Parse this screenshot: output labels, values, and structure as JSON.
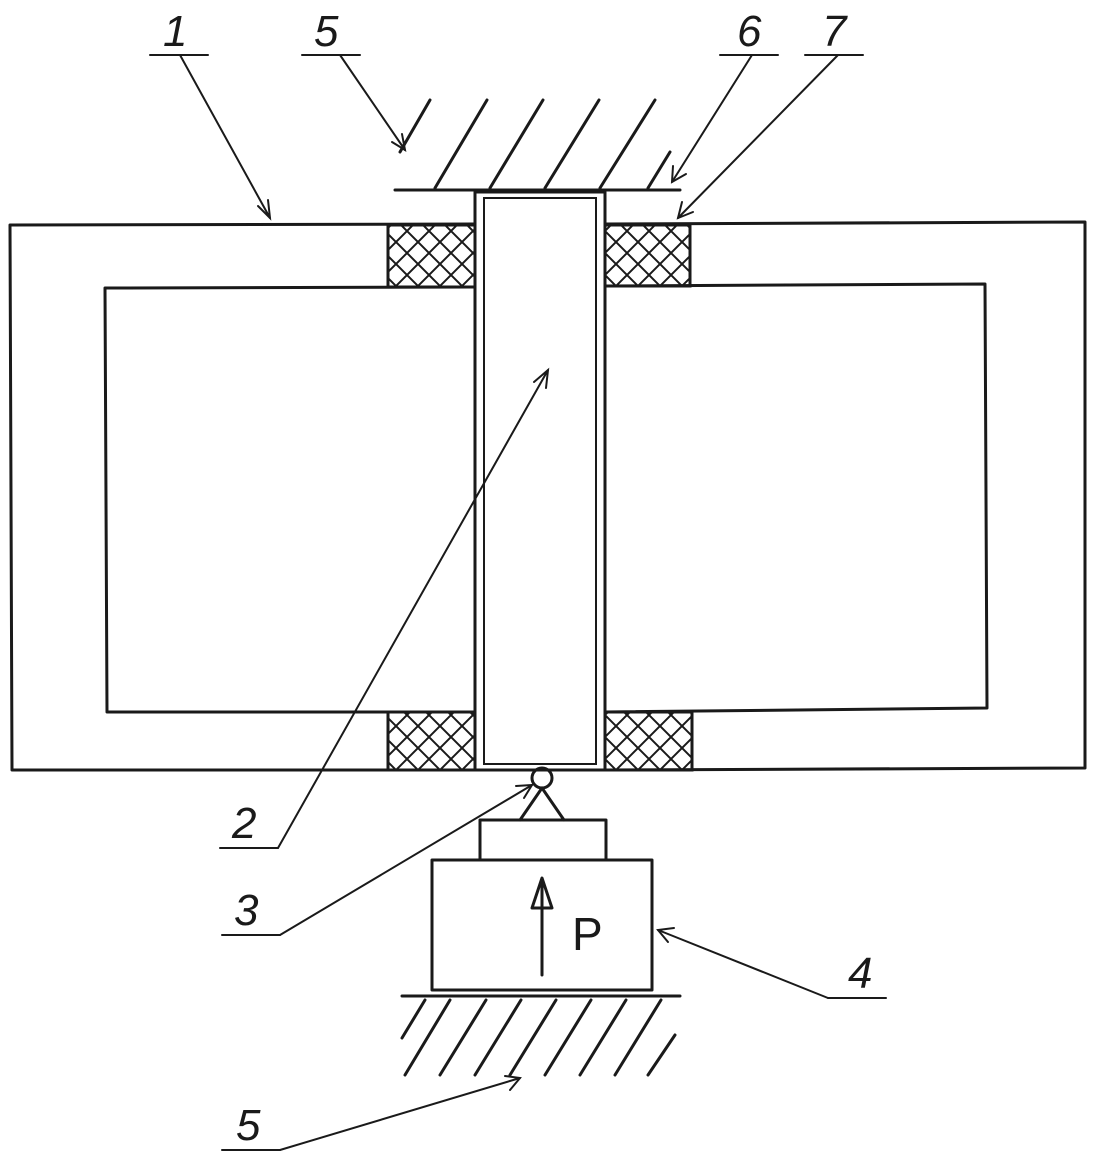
{
  "labels": {
    "part1": "1",
    "part2": "2",
    "part3": "3",
    "part4": "4",
    "part5_top": "5",
    "part5_bottom": "5",
    "part6": "6",
    "part7": "7",
    "force": "P"
  }
}
